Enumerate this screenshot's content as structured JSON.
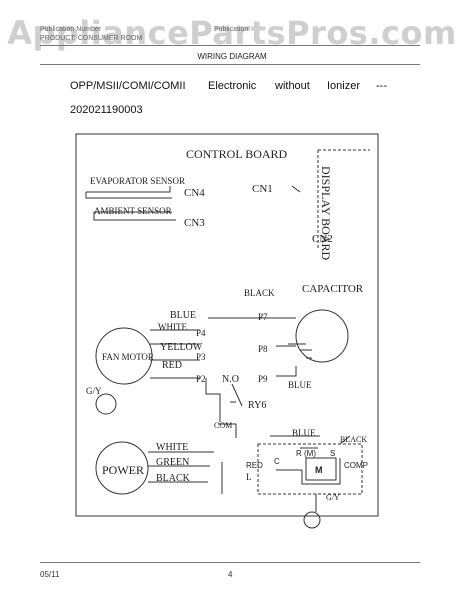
{
  "watermark": "AppliancePartsPros.com",
  "header": {
    "left_line1": "Publication Number",
    "left_line2": "PRODUCT: CONSUMER ROOM",
    "center_line1": "Publication",
    "section_title": "WIRING DIAGRAM"
  },
  "model": {
    "name_parts": [
      "OPP/MSII/COMI/COMII",
      "Electronic",
      "without",
      "Ionizer",
      "---"
    ],
    "number": "202021190003"
  },
  "diagram": {
    "control_board": "CONTROL BOARD",
    "display_board": "DISPLAY BOARD",
    "evaporator_sensor": "EVAPORATOR SENSOR",
    "ambient_sensor": "AMBIENT SENSOR",
    "cn4": "CN4",
    "cn3": "CN3",
    "cn1": "CN1",
    "cn2": "CN2",
    "black_top": "BLACK",
    "capacitor": "CAPACITOR",
    "p7": "P7",
    "p8": "P8",
    "p9": "P9",
    "p4": "P4",
    "p3": "P3",
    "p2": "P2",
    "blue_fan": "BLUE",
    "white_fan": "WHITE",
    "yellow_fan": "YELLOW",
    "red_fan": "RED",
    "fan_motor": "FAN MOTOR",
    "no": "N.O",
    "blue_cap": "BLUE",
    "ry6": "RY6",
    "gy_left": "G/Y",
    "com": "COM",
    "blue_comp": "BLUE",
    "black_comp": "BLACK",
    "power": "POWER",
    "white_pwr": "WHITE",
    "green_pwr": "GREEN",
    "black_pwr": "BLACK",
    "l": "L",
    "red_comp": "RED",
    "c": "C",
    "rm": "R (M)",
    "s": "S",
    "m": "M",
    "comp": "COMP",
    "gy_bottom": "G/Y"
  },
  "footer": {
    "date": "05/11",
    "page": "4"
  }
}
